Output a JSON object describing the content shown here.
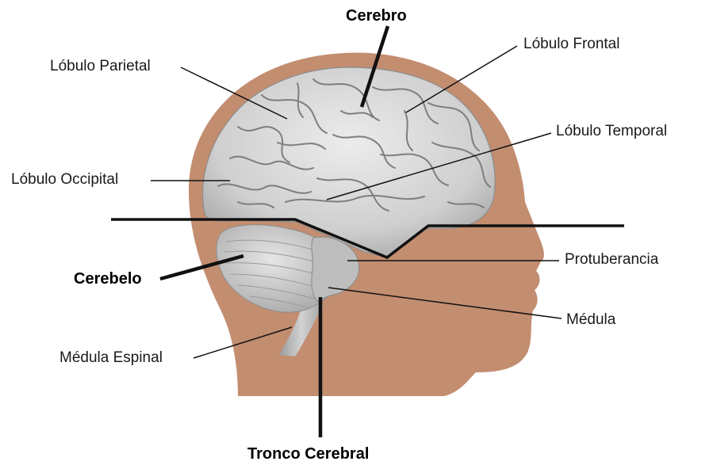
{
  "diagram": {
    "labels": {
      "cerebro": "Cerebro",
      "lobulo_frontal": "Lóbulo Frontal",
      "lobulo_parietal": "Lóbulo Parietal",
      "lobulo_temporal": "Lóbulo Temporal",
      "lobulo_occipital": "Lóbulo Occipital",
      "cerebelo": "Cerebelo",
      "protuberancia": "Protuberancia",
      "medula": "Médula",
      "medula_espinal": "Médula Espinal",
      "tronco_cerebral": "Tronco Cerebral"
    },
    "colors": {
      "head": "#c38d70",
      "brain": "#d9d9d9",
      "brain_dark": "#8c8c8c",
      "cerebellum": "#cfcfcf",
      "leader_line": "#111111"
    }
  }
}
